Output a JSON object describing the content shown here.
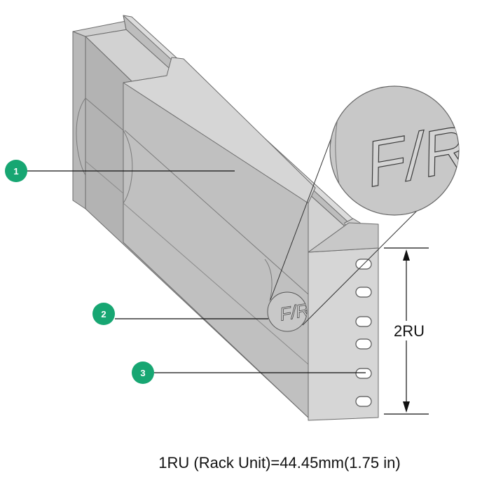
{
  "diagram": {
    "callouts": [
      {
        "number": "1",
        "color": "#17a672"
      },
      {
        "number": "2",
        "color": "#17a672"
      },
      {
        "number": "3",
        "color": "#17a672"
      }
    ],
    "mark_label": "F/R",
    "dimension_label": "2RU",
    "caption": "1RU (Rack Unit)=44.45mm(1.75 in)"
  }
}
